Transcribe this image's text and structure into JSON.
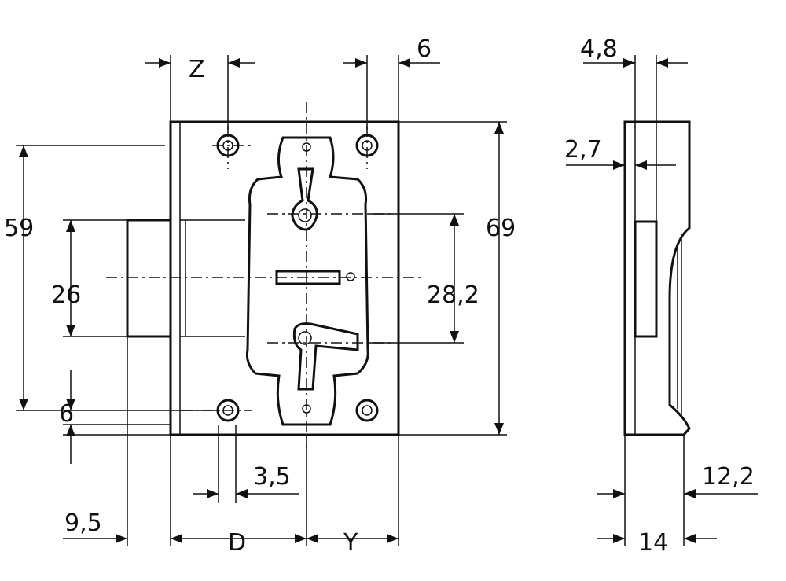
{
  "dimensions": {
    "z": "Z",
    "six_top": "6",
    "four_eight": "4,8",
    "two_seven": "2,7",
    "fifty_nine": "59",
    "twenty_six": "26",
    "sixty_nine": "69",
    "twenty_eight_two": "28,2",
    "six_bottom": "6",
    "nine_five": "9,5",
    "three_five": "3,5",
    "d": "D",
    "y": "Y",
    "twelve_two": "12,2",
    "fourteen": "14"
  }
}
